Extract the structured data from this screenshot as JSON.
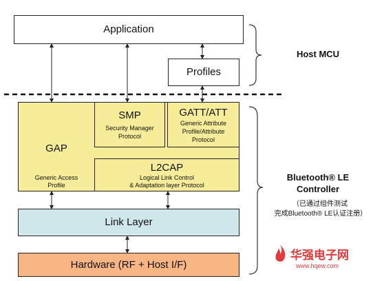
{
  "diagram": {
    "application": "Application",
    "profiles": "Profiles",
    "gap": {
      "title": "GAP",
      "sub1": "Generic Access",
      "sub2": "Profile"
    },
    "smp": {
      "title": "SMP",
      "sub1": "Security Manager",
      "sub2": "Protocol"
    },
    "gatt": {
      "title": "GATT/ATT",
      "sub1": "Generic Attribute",
      "sub2": "Profile/Attribute",
      "sub3": "Protocol"
    },
    "l2cap": {
      "title": "L2CAP",
      "sub1": "Logical Link Control",
      "sub2": "& Adaptation layer Protocol"
    },
    "link_layer": "Link Layer",
    "hardware": "Hardware (RF + Host I/F)"
  },
  "side_labels": {
    "host": "Host MCU",
    "controller_1": "Bluetooth® LE",
    "controller_2": "Controller",
    "note_1": "（已通过组件测试",
    "note_2": "完成Bluetooth® LE认证注册）"
  },
  "watermark": {
    "cn": "华强电子网",
    "url": "www.hqew.com"
  },
  "colors": {
    "yellow": "#f7ec9a",
    "blue": "#cfe6ea",
    "orange": "#f8b584",
    "watermark": "#e23a3a"
  }
}
